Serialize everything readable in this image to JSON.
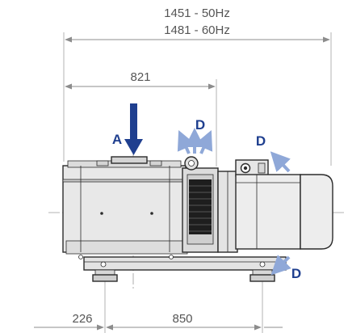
{
  "dimensions": {
    "overall_50hz": "1451 - 50Hz",
    "overall_60hz": "1481 - 60Hz",
    "pump_length": "821",
    "foot_offset": "226",
    "foot_spacing": "850"
  },
  "labels": {
    "inlet": "A",
    "exhaust": "D"
  },
  "colors": {
    "dimension_lines": "#8c8c8c",
    "dimension_text": "#555555",
    "inlet_arrow": "#1f3f8f",
    "flow_arrows": "#8fa8d8",
    "outline": "#2b2b2b",
    "pump_body": "#e6e6e6",
    "motor_body": "#ededed",
    "cooling_fins": "#1e1e1e"
  }
}
